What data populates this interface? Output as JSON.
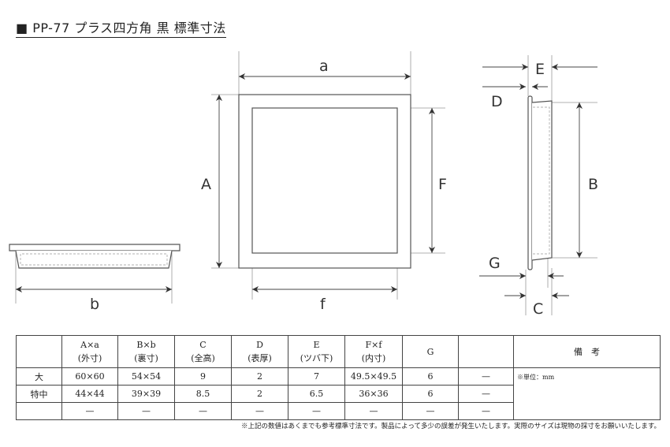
{
  "title": "■ PP-77 プラス四方角 黒 標準寸法",
  "labels": {
    "a": "a",
    "A": "A",
    "F": "F",
    "f": "f",
    "b": "b",
    "B": "B",
    "C": "C",
    "D": "D",
    "E": "E",
    "G": "G"
  },
  "table": {
    "headers": [
      {
        "top": "",
        "bottom": ""
      },
      {
        "top": "A×a",
        "bottom": "(外寸)"
      },
      {
        "top": "B×b",
        "bottom": "(裏寸)"
      },
      {
        "top": "C",
        "bottom": "(全高)"
      },
      {
        "top": "D",
        "bottom": "(表厚)"
      },
      {
        "top": "E",
        "bottom": "(ツバ下)"
      },
      {
        "top": "F×f",
        "bottom": "(内寸)"
      },
      {
        "top": "G",
        "bottom": ""
      },
      {
        "top": "",
        "bottom": ""
      },
      {
        "top": "備　考",
        "bottom": ""
      }
    ],
    "rows": [
      [
        "大",
        "60×60",
        "54×54",
        "9",
        "2",
        "7",
        "49.5×49.5",
        "6",
        "—"
      ],
      [
        "特中",
        "44×44",
        "39×39",
        "8.5",
        "2",
        "6.5",
        "36×36",
        "6",
        "—"
      ],
      [
        "",
        "—",
        "—",
        "—",
        "—",
        "—",
        "—",
        "—",
        "—"
      ]
    ],
    "note": "※単位：mm"
  },
  "footnote": "※上記の数値はあくまでも参考標準寸法です。製品によって多少の誤差が発生いたします。実際のサイズは現物の採寸をお願いいたします。"
}
